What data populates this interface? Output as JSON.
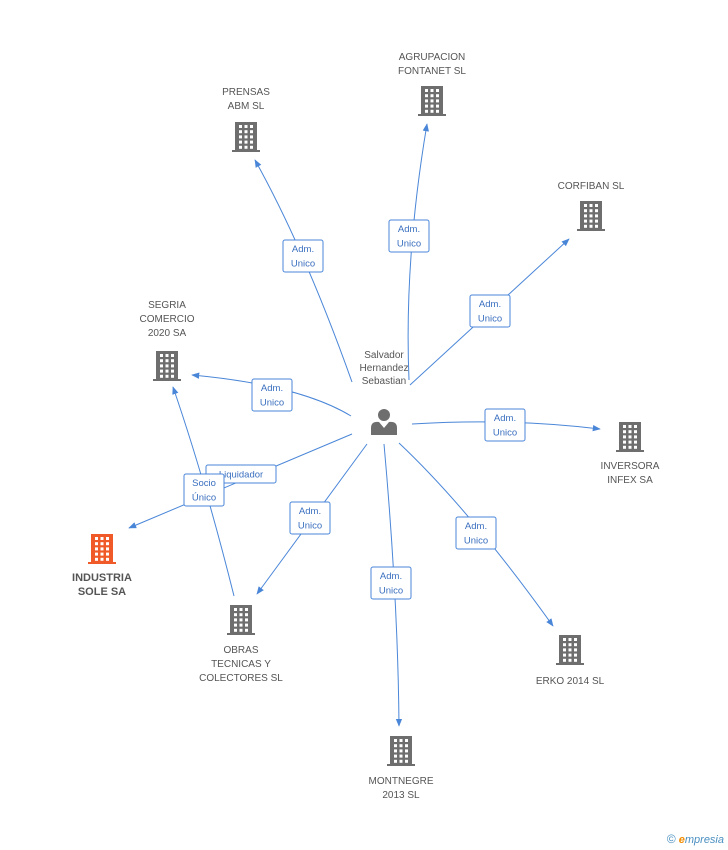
{
  "diagram": {
    "colors": {
      "edge": "#4a86d8",
      "building": "#6e6e6e",
      "focus_building": "#f05a28",
      "person": "#6e6e6e"
    },
    "center": {
      "id": "person",
      "icon": "person-icon",
      "label": [
        "Salvador",
        "Hernandez",
        "Sebastian"
      ]
    },
    "nodes": [
      {
        "id": "agrupacion",
        "label": [
          "AGRUPACION",
          "FONTANET SL"
        ]
      },
      {
        "id": "prensas",
        "label": [
          "PRENSAS",
          "ABM SL"
        ]
      },
      {
        "id": "corfiban",
        "label": [
          "CORFIBAN SL"
        ]
      },
      {
        "id": "segria",
        "label": [
          "SEGRIA",
          "COMERCIO",
          "2020 SA"
        ]
      },
      {
        "id": "inversora",
        "label": [
          "INVERSORA",
          "INFEX SA"
        ]
      },
      {
        "id": "industria",
        "label": [
          "INDUSTRIA",
          "SOLE SA"
        ],
        "focus": true
      },
      {
        "id": "obras",
        "label": [
          "OBRAS",
          "TECNICAS Y",
          "COLECTORES SL"
        ]
      },
      {
        "id": "erko",
        "label": [
          "ERKO 2014  SL"
        ]
      },
      {
        "id": "montnegre",
        "label": [
          "MONTNEGRE",
          "2013 SL"
        ]
      }
    ],
    "edges": [
      {
        "from": "person",
        "to": "agrupacion",
        "label": [
          "Adm.",
          "Unico"
        ]
      },
      {
        "from": "person",
        "to": "prensas",
        "label": [
          "Adm.",
          "Unico"
        ]
      },
      {
        "from": "person",
        "to": "corfiban",
        "label": [
          "Adm.",
          "Unico"
        ]
      },
      {
        "from": "person",
        "to": "segria",
        "label": [
          "Adm.",
          "Unico"
        ]
      },
      {
        "from": "person",
        "to": "inversora",
        "label": [
          "Adm.",
          "Unico"
        ]
      },
      {
        "from": "person",
        "to": "industria",
        "label": [
          "Liquidador"
        ]
      },
      {
        "from": "person",
        "to": "obras",
        "label": [
          "Adm.",
          "Unico"
        ]
      },
      {
        "from": "person",
        "to": "erko",
        "label": [
          "Adm.",
          "Unico"
        ]
      },
      {
        "from": "person",
        "to": "montnegre",
        "label": [
          "Adm.",
          "Unico"
        ]
      },
      {
        "from": "obras",
        "to": "segria",
        "label": [
          "Socio",
          "Único"
        ]
      }
    ]
  },
  "footer": {
    "copyright": "©",
    "brand_initial": "e",
    "brand_rest": "mpresia"
  }
}
